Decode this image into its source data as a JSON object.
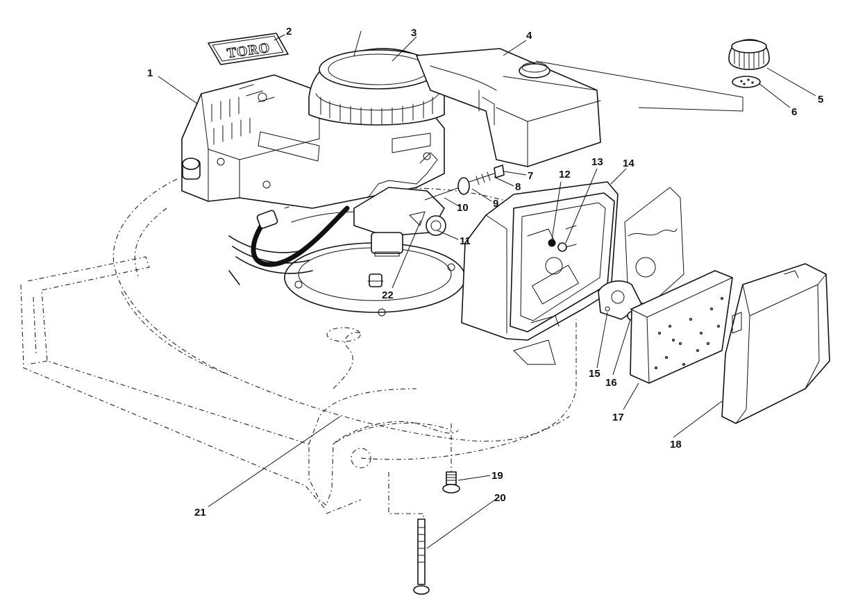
{
  "logo_text": "TORO",
  "callouts": [
    "1",
    "2",
    "3",
    "4",
    "5",
    "6",
    "7",
    "8",
    "9",
    "10",
    "11",
    "12",
    "13",
    "14",
    "15",
    "16",
    "17",
    "18",
    "19",
    "20",
    "21",
    "22"
  ]
}
